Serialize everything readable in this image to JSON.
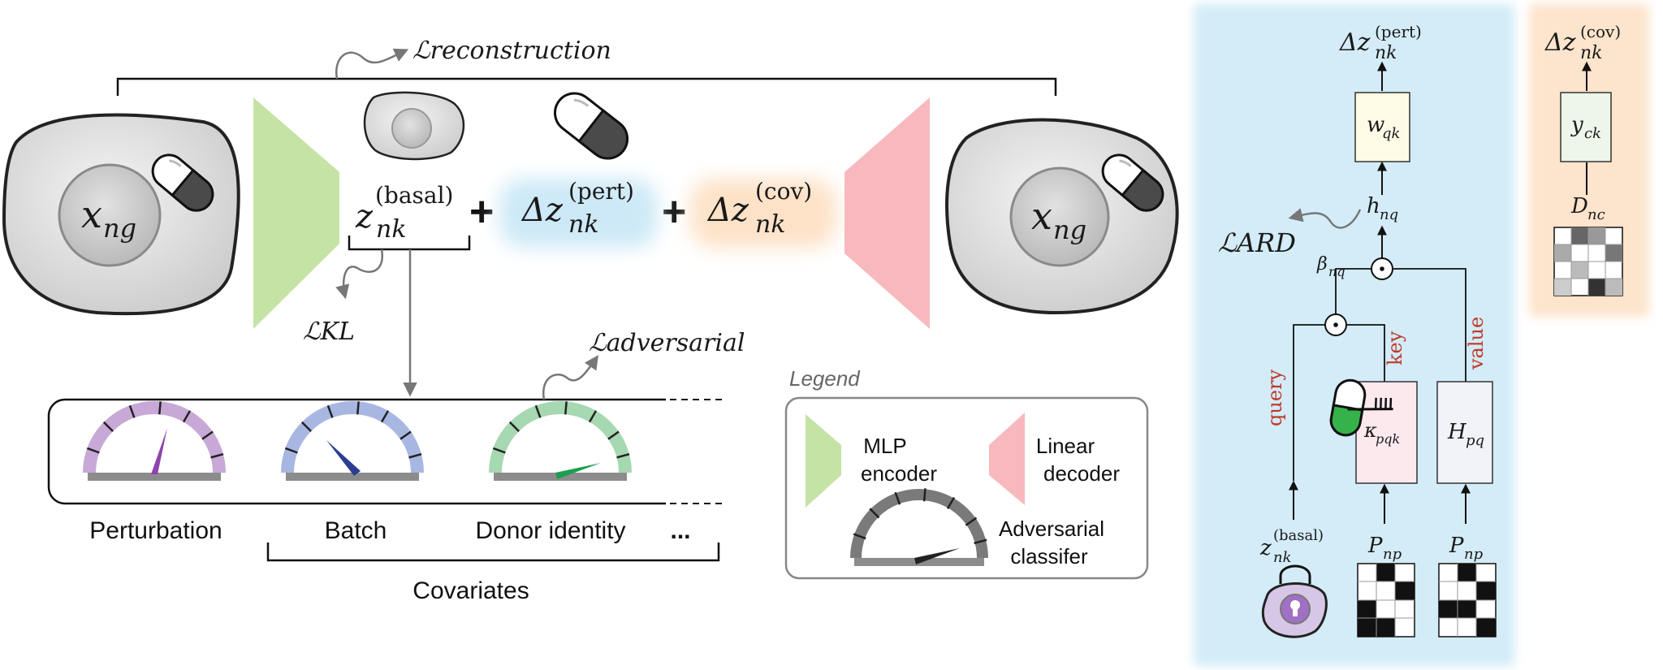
{
  "losses": {
    "reconstruction": "ℒreconstruction",
    "kl": "ℒKL",
    "adversarial": "ℒadversarial",
    "ard": "ℒARD"
  },
  "latent": {
    "z_basal": "z",
    "z_basal_sub": "nk",
    "z_basal_sup": "(basal)",
    "plus_1": "+",
    "plus_2": "+",
    "dz_pert": "Δz",
    "dz_pert_sub": "nk",
    "dz_pert_sup": "(pert)",
    "dz_cov": "Δz",
    "dz_cov_sub": "nk",
    "dz_cov_sup": "(cov)"
  },
  "cells": {
    "input_label": "x",
    "input_sub": "ng",
    "output_label": "x",
    "output_sub": "ng"
  },
  "covariates": {
    "items": [
      "Perturbation",
      "Batch",
      "Donor identity"
    ],
    "ellipsis": "...",
    "group_label": "Covariates"
  },
  "legend": {
    "title": "Legend",
    "mlp_line1": "MLP",
    "mlp_line2": "encoder",
    "linear_line1": "Linear",
    "linear_line2": "decoder",
    "adv_line1": "Adversarial",
    "adv_line2": "classifer"
  },
  "attention": {
    "out_label": "Δz",
    "out_sub": "nk",
    "out_sup": "(pert)",
    "w": "w",
    "w_sub": "qk",
    "h": "h",
    "h_sub": "nq",
    "beta": "β",
    "beta_sub": "nq",
    "query": "query",
    "key": "key",
    "value": "value",
    "kappa": "κ",
    "kappa_sub": "pqk",
    "H": "H",
    "H_sub": "pq",
    "P1": "P",
    "P1_sub": "np",
    "P2": "P",
    "P2_sub": "np",
    "z_in": "z",
    "z_in_sub": "nk",
    "z_in_sup": "(basal)"
  },
  "cov_branch": {
    "out_label": "Δz",
    "out_sub": "nk",
    "out_sup": "(cov)",
    "y": "y",
    "y_sub": "ck",
    "D": "D",
    "D_sub": "nc"
  },
  "colors": {
    "encoder": "#c5e3a5",
    "decoder": "#f7b9bd",
    "pert_glow": "#cde9f7",
    "cov_glow": "#fde2c7",
    "panel_blue": "#d3ecf8",
    "panel_orange": "#fde4cc",
    "key_red": "#c0392b",
    "w_box": "#fdfbe6",
    "y_box": "#eef6ea",
    "kappa_box": "#fbe9ee",
    "H_box": "#f1f3f8",
    "gauge_purple": "#c7a8d6",
    "gauge_blue": "#a8b7e2",
    "gauge_green": "#a6d8b1"
  }
}
